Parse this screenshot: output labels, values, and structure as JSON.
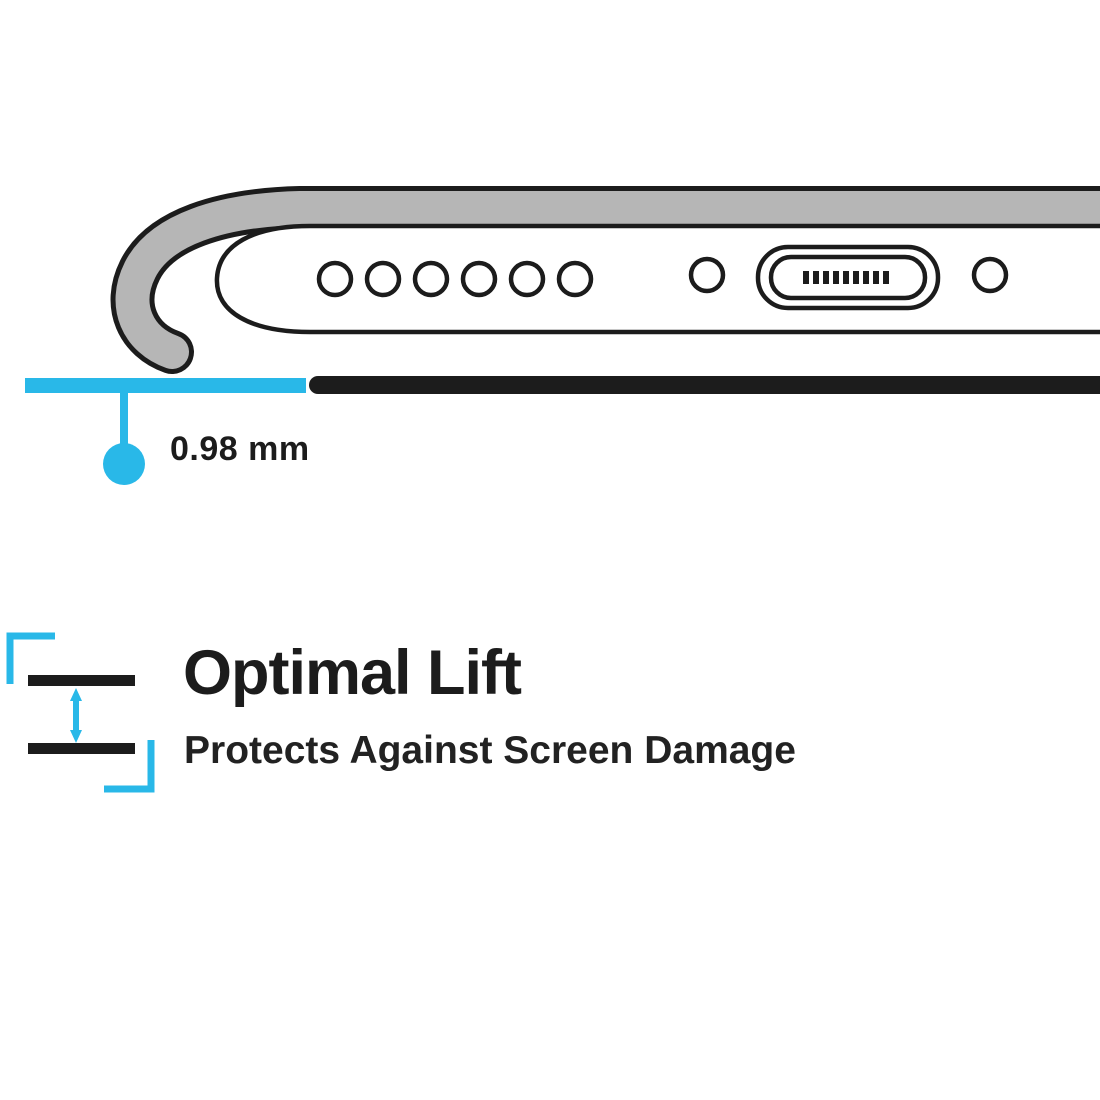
{
  "colors": {
    "accent": "#29b8e8",
    "ink": "#1c1c1c",
    "case_gray": "#b6b6b6"
  },
  "illustration": {
    "speaker_hole_count": 6
  },
  "measurement": {
    "value": "0.98 mm"
  },
  "feature": {
    "title": "Optimal Lift",
    "subtitle": "Protects Against Screen Damage"
  }
}
